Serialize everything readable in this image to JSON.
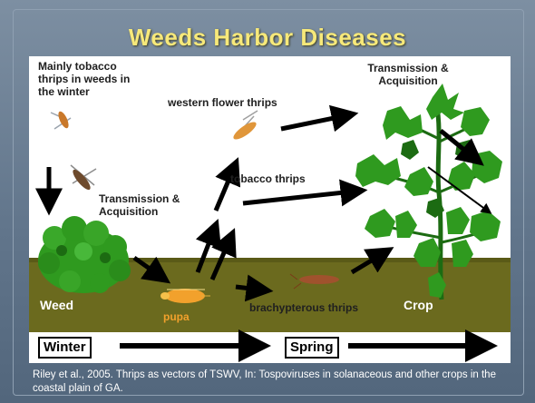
{
  "slide": {
    "title": "Weeds Harbor Diseases",
    "caption": "Riley et al., 2005.  Thrips as vectors of TSWV, In: Tospoviruses in solanaceous and other crops in the coastal plain of GA."
  },
  "diagram": {
    "labels": {
      "winter_thrips": "Mainly tobacco thrips in weeds in the winter",
      "transmission_left": "Transmission & Acquisition",
      "transmission_right": "Transmission & Acquisition",
      "western_flower": "western flower thrips",
      "tobacco": "tobacco thrips",
      "brachypterous": "brachypterous thrips",
      "weed": "Weed",
      "pupa": "pupa",
      "crop": "Crop"
    },
    "seasons": {
      "start": "Winter",
      "end": "Spring"
    },
    "colors": {
      "ground": "#6b6a1e",
      "leaf": "#2f9a1f",
      "leaf_dark": "#1c6b12",
      "pupa": "#f2a12c",
      "title": "#f7e97a"
    }
  }
}
